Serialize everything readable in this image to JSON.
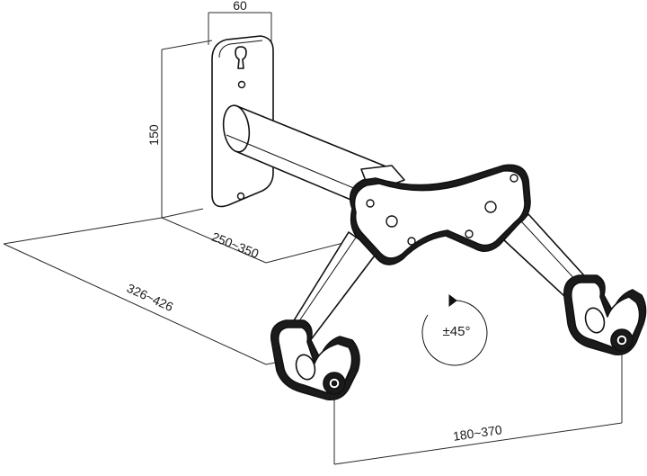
{
  "figure": {
    "dimensions": {
      "plate_width": "60",
      "plate_height": "150",
      "wall_distance": "250~350",
      "total_depth": "326~426",
      "arm_spread": "180~370"
    },
    "rotation_label": "±45°"
  }
}
